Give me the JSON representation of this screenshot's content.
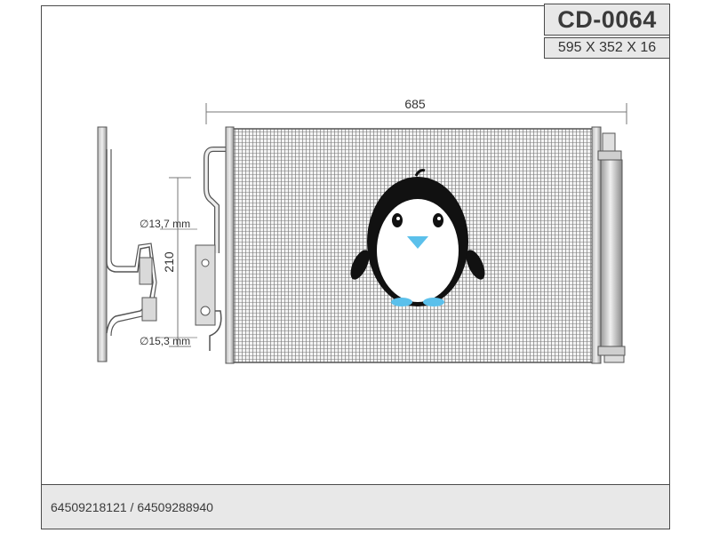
{
  "header": {
    "part_code": "CD-0064",
    "dimensions": "595 X 352 X 16"
  },
  "drawing": {
    "width_label": "685",
    "height_label": "210",
    "diameter_upper": "∅13,7 mm",
    "diameter_lower": "∅15,3 mm"
  },
  "footer": {
    "oem_numbers": "64509218121 / 64509288940"
  },
  "colors": {
    "frame": "#4a4a4a",
    "box_fill": "#e8e8e8",
    "mesh": "#6b6b6b",
    "penguin_beak": "#5bc0eb"
  },
  "icons": {
    "watermark": "penguin-icon"
  }
}
